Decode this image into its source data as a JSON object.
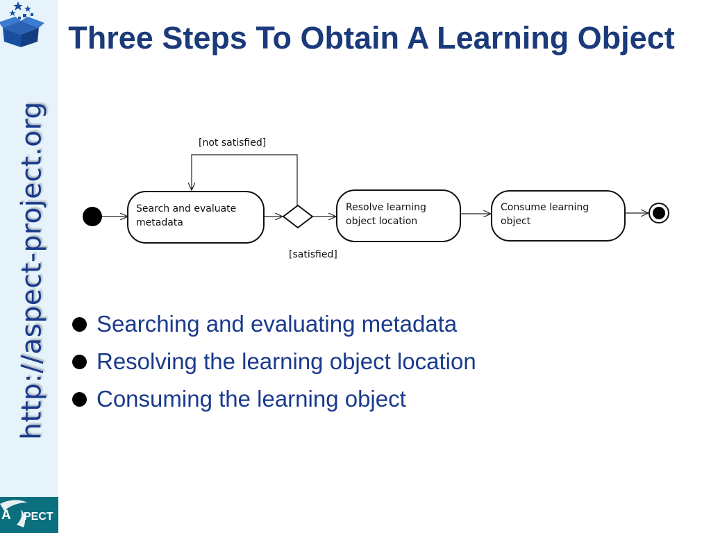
{
  "slide": {
    "title": "Three Steps To Obtain A Learning Object",
    "sidebar_url": "http://aspect-project.org",
    "logo": {
      "a_letter": "A",
      "rest": "PECT"
    }
  },
  "diagram": {
    "activities": [
      {
        "line1": "Search and evaluate",
        "line2": "metadata"
      },
      {
        "line1": "Resolve learning",
        "line2": "object location"
      },
      {
        "line1": "Consume learning",
        "line2": "object"
      }
    ],
    "guards": {
      "loop": "[not satisfied]",
      "forward": "[satisfied]"
    }
  },
  "bullets": [
    "Searching and evaluating metadata",
    "Resolving the learning object location",
    "Consuming the learning object"
  ],
  "colors": {
    "title": "#1a3a7a",
    "bullet_text": "#1a3a8c",
    "sidebar_bg": "#e6f3fa",
    "logo_bg": "#0b6f7d"
  }
}
